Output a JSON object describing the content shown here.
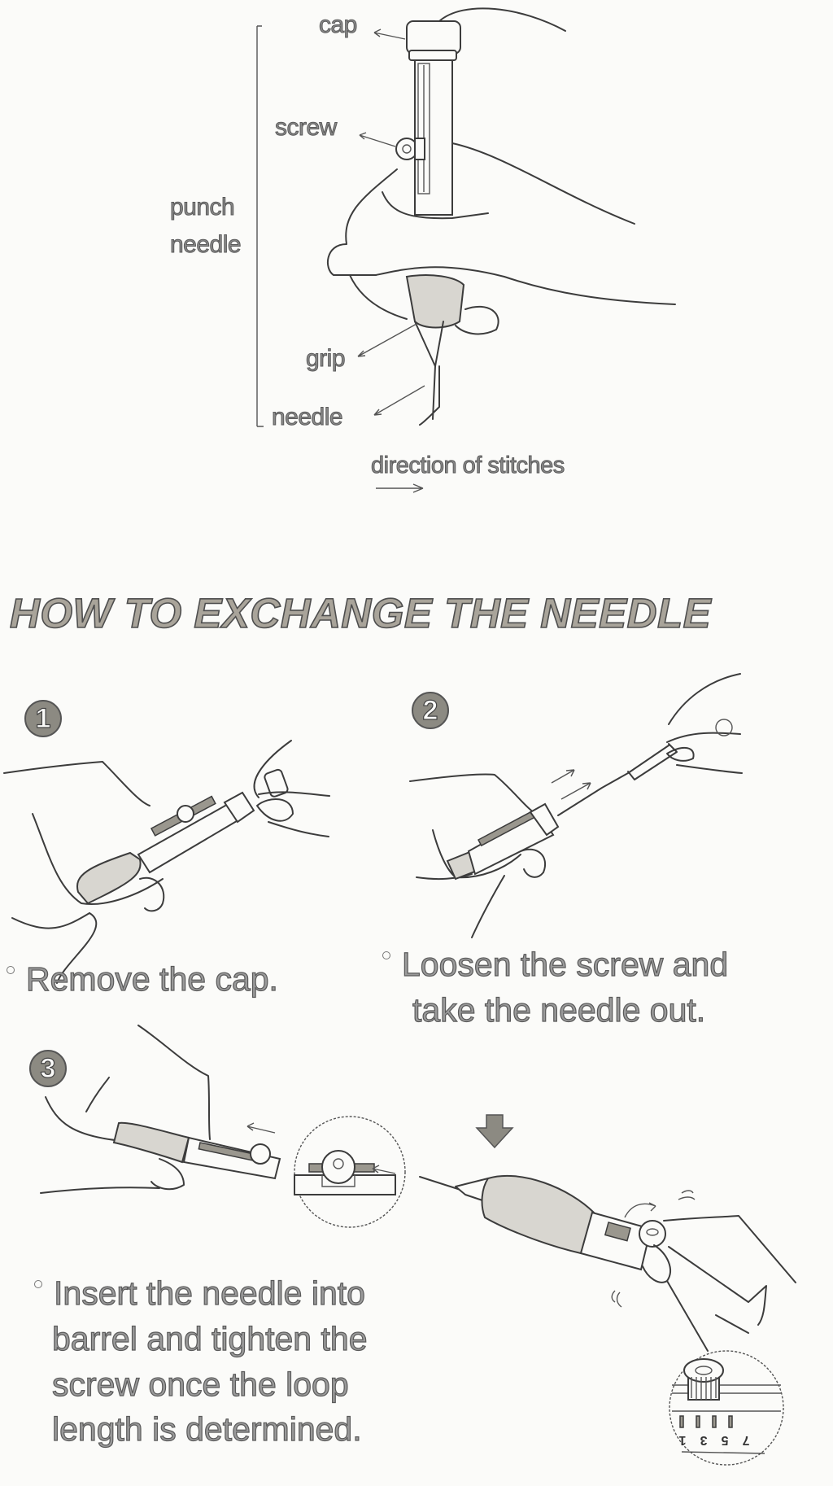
{
  "diagram": {
    "labels": {
      "cap": "cap",
      "screw": "screw",
      "punch_needle_line1": "punch",
      "punch_needle_line2": "needle",
      "grip": "grip",
      "needle": "needle",
      "direction": "direction of stitches"
    }
  },
  "section": {
    "title": "HOW  TO EXCHANGE THE NEEDLE"
  },
  "steps": [
    {
      "number": "1",
      "caption_lines": [
        "Remove the cap."
      ]
    },
    {
      "number": "2",
      "caption_lines": [
        "Loosen the screw and",
        "take the needle out."
      ]
    },
    {
      "number": "3",
      "caption_lines": [
        "Insert the needle into",
        "barrel and tighten the",
        "screw once the loop",
        "length is determined."
      ]
    }
  ],
  "scale": {
    "marks": [
      "1",
      "3",
      "5",
      "7"
    ]
  },
  "colors": {
    "paper": "#fbfbf9",
    "ink": "#3c3c3c",
    "badge": "#8c8a82"
  }
}
